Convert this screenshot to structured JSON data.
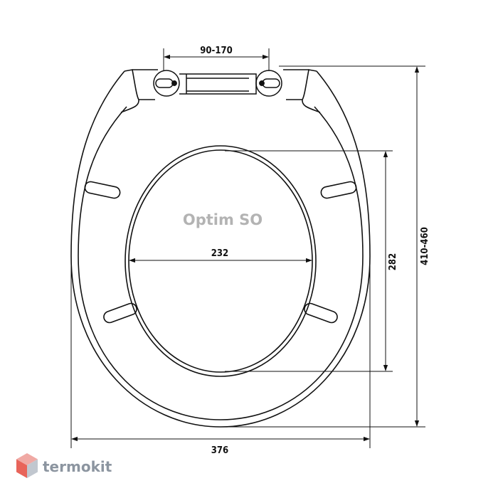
{
  "diagram": {
    "model_name": "Optim SO",
    "dimensions": {
      "hinge_spacing": "90-170",
      "inner_width": "232",
      "inner_length": "282",
      "outer_length": "410-460",
      "outer_width": "376"
    }
  },
  "watermark": {
    "brand": "termokit",
    "colors": {
      "top": "#f0a9a4",
      "left": "#e8645a",
      "right": "#c1c7cf"
    }
  },
  "colors": {
    "stroke": "#111111",
    "model_text": "#b3b3b3",
    "brand_text": "#8c95a0"
  }
}
